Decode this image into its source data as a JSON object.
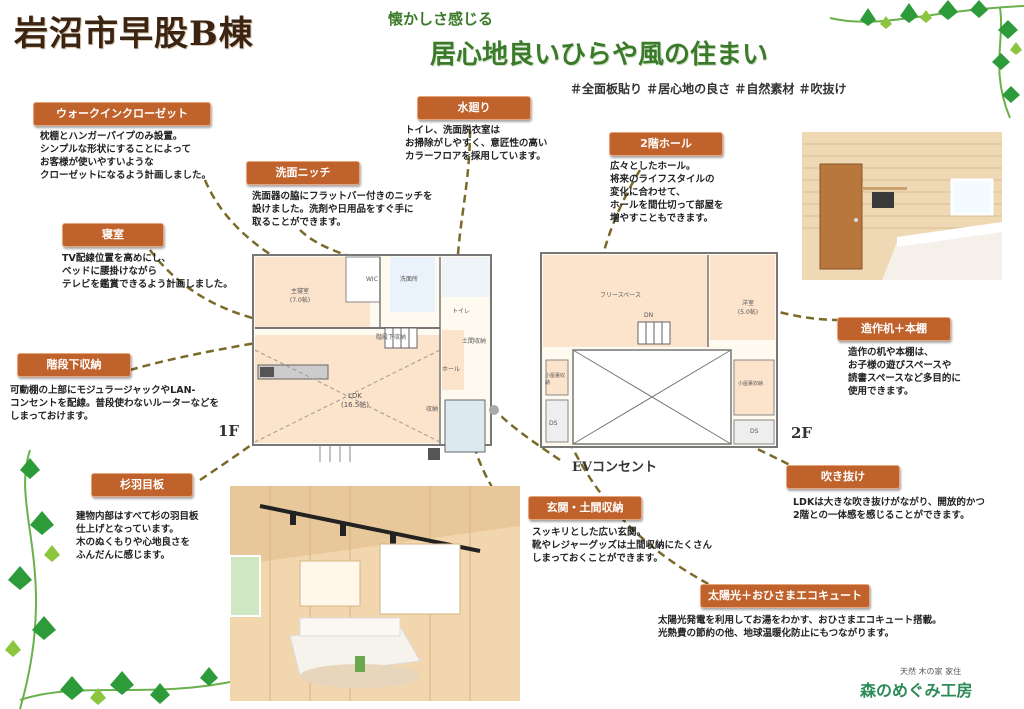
{
  "header": {
    "title": "岩沼市早股B棟",
    "tagline": "懐かしさ感じる",
    "headline": "居心地良いひらや風の住まい",
    "hashtags": "＃全面板貼り ＃居心地の良さ ＃自然素材 ＃吹抜け"
  },
  "callouts": {
    "walkin": {
      "label": "ウォークインクローゼット",
      "text": "枕棚とハンガーパイプのみ設置。\nシンプルな形状にすることによって\nお客様が使いやすいような\nクローゼットになるよう計画しました。"
    },
    "water": {
      "label": "水廻り",
      "text": "トイレ、洗面脱衣室は\nお掃除がしやすく、意匠性の高い\nカラーフロアを採用しています。"
    },
    "hall2f": {
      "label": "2階ホール",
      "text": "広々としたホール。\n将来のライフスタイルの\n変化に合わせて、\nホールを間仕切って部屋を\n増やすこともできます。"
    },
    "niche": {
      "label": "洗面ニッチ",
      "text": "洗面器の脇にフラットバー付きのニッチを\n設けました。洗剤や日用品をすぐ手に\n取ることができます。"
    },
    "bedroom": {
      "label": "寝室",
      "text": "TV配線位置を高めにし、\nベッドに腰掛けながら\nテレビを鑑賞できるよう計画しました。"
    },
    "stairs": {
      "label": "階段下収納",
      "text": "可動棚の上部にモジュラージャックやLAN-\nコンセントを配線。普段使わないルーターなどを\nしまっておけます。"
    },
    "desk": {
      "label": "造作机＋本棚",
      "text": "造作の机や本棚は、\nお子様の遊びスペースや\n読書スペースなど多目的に\n使用できます。"
    },
    "cedar": {
      "label": "杉羽目板",
      "text": "建物内部はすべて杉の羽目板\n仕上げとなっています。\n木のぬくもりや心地良さを\nふんだんに感じます。"
    },
    "fukinuke": {
      "label": "吹き抜け",
      "text": "LDKは大きな吹き抜けがながり、開放的かつ\n2階との一体感を感じることができます。"
    },
    "entrance": {
      "label": "玄関・土間収納",
      "text": "スッキリとした広い玄関。\n靴やレジャーグッズは土間収納にたくさん\nしまっておくことができます。"
    },
    "solar": {
      "label": "太陽光＋おひさまエコキュート",
      "text": "太陽光発電を利用してお湯をわかす、おひさまエコキュート搭載。\n光熱費の節約の他、地球温暖化防止にもつながります。"
    }
  },
  "plan1f": {
    "floor_label": "1F",
    "rooms": {
      "master": "主寝室",
      "master_size": "(7.0帖)",
      "wic": "WIC",
      "washroom": "洗面所",
      "toilet": "トイレ",
      "ldk": "LDK",
      "ldk_size": "(16.5帖)",
      "storage": "収納",
      "hall": "ホール",
      "genkan_storage": "土間収納",
      "stair_storage": "階段下収納"
    }
  },
  "plan2f": {
    "floor_label": "2F",
    "rooms": {
      "free": "フリースペース",
      "western": "洋室",
      "western_size": "(5.0帖)",
      "kids1": "小屋裏収納",
      "kids2": "小屋裏収納",
      "ds": "DS",
      "dn": "DN"
    }
  },
  "ev_label": "EVコンセント",
  "logo": {
    "tagline": "天然 木の家 家住",
    "name": "森のめぐみ工房"
  },
  "colors": {
    "label_bg": "#c0622c",
    "accent_green": "#3b7a2a",
    "title_brown": "#3b2412",
    "leaf_green": "#2e9b3a"
  }
}
